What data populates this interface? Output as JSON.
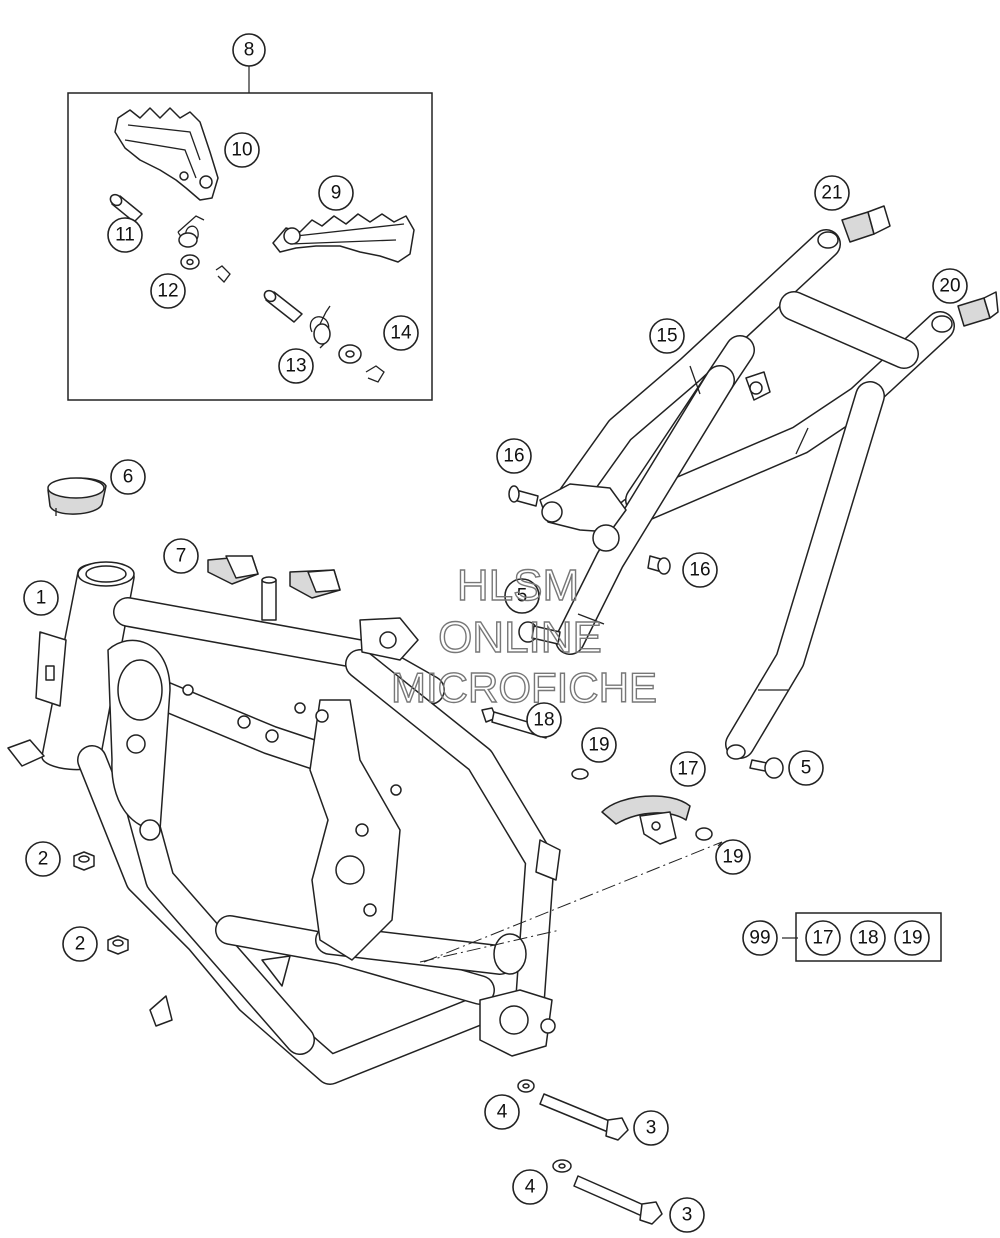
{
  "callouts": {
    "c8": "8",
    "c10": "10",
    "c9": "9",
    "c11": "11",
    "c12": "12",
    "c13": "13",
    "c14": "14",
    "c21": "21",
    "c20": "20",
    "c15": "15",
    "c6": "6",
    "c16a": "16",
    "c16b": "16",
    "c7": "7",
    "c1": "1",
    "c5a": "5",
    "c5b": "5",
    "c18": "18",
    "c19a": "19",
    "c17": "17",
    "c19b": "19",
    "c2a": "2",
    "c2b": "2",
    "c99": "99",
    "c99_17": "17",
    "c99_18": "18",
    "c99_19": "19",
    "c4a": "4",
    "c3a": "3",
    "c4b": "4",
    "c3b": "3"
  },
  "watermark": {
    "line1": "HLSM",
    "line2": "ONLINE",
    "line3": "MICROFICHE"
  }
}
